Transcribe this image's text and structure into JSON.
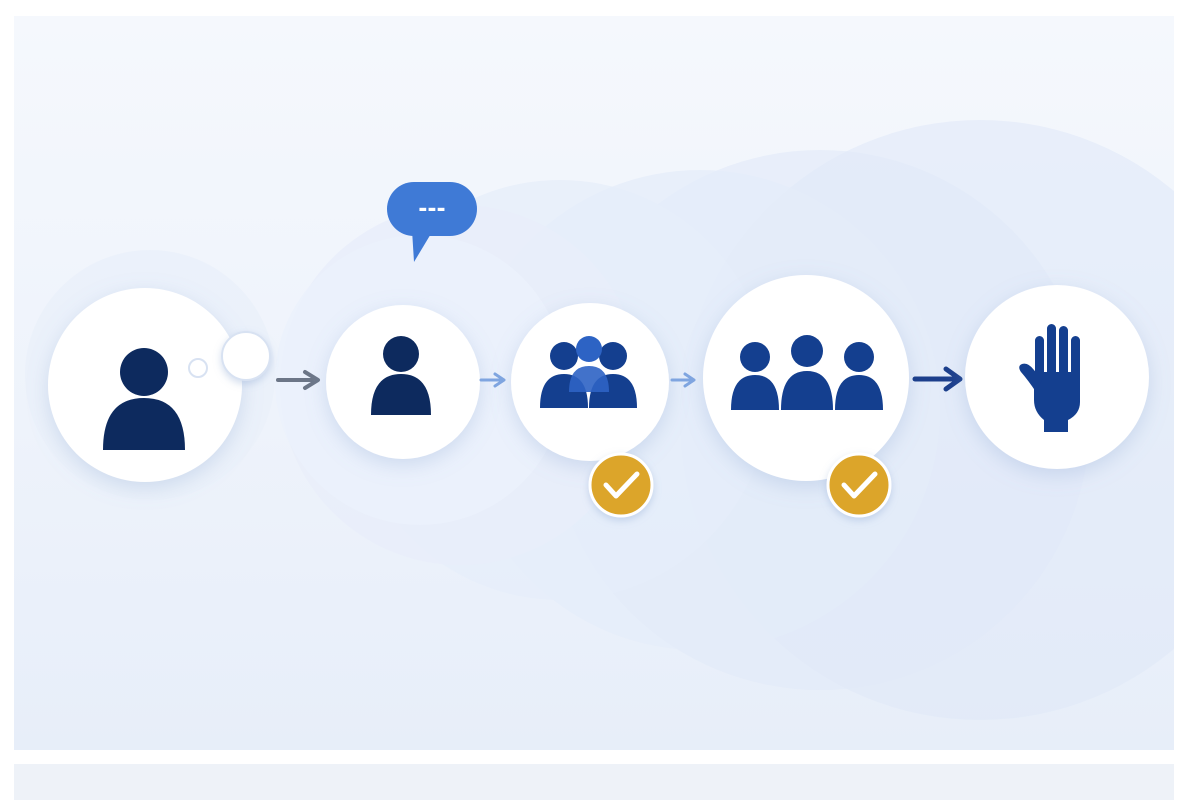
{
  "diagram": {
    "steps": [
      {
        "id": "individual",
        "icon": "person-thinking-icon",
        "badge": null
      },
      {
        "id": "speaker",
        "icon": "person-speaking-icon",
        "badge": null
      },
      {
        "id": "pair",
        "icon": "people-group-small-icon",
        "badge": "check-badge-icon"
      },
      {
        "id": "group",
        "icon": "people-group-large-icon",
        "badge": "check-badge-icon"
      },
      {
        "id": "raise-hand",
        "icon": "raised-hand-icon",
        "badge": null
      }
    ],
    "speech_bubble": {
      "icon": "speech-bubble-icon",
      "text": "---"
    }
  },
  "colors": {
    "background_top": "#f5f8fd",
    "background_bottom": "#e7eef9",
    "wave": "#dbe6f7",
    "circle_fill": "#ffffff",
    "icon_dark": "#0d2a5e",
    "icon_medium": "#143f8f",
    "accent_blue": "#3f7ad6",
    "arrow_gray": "#6c7687",
    "arrow_blue": "#1c3f8c",
    "check_badge": "#dca52a"
  }
}
